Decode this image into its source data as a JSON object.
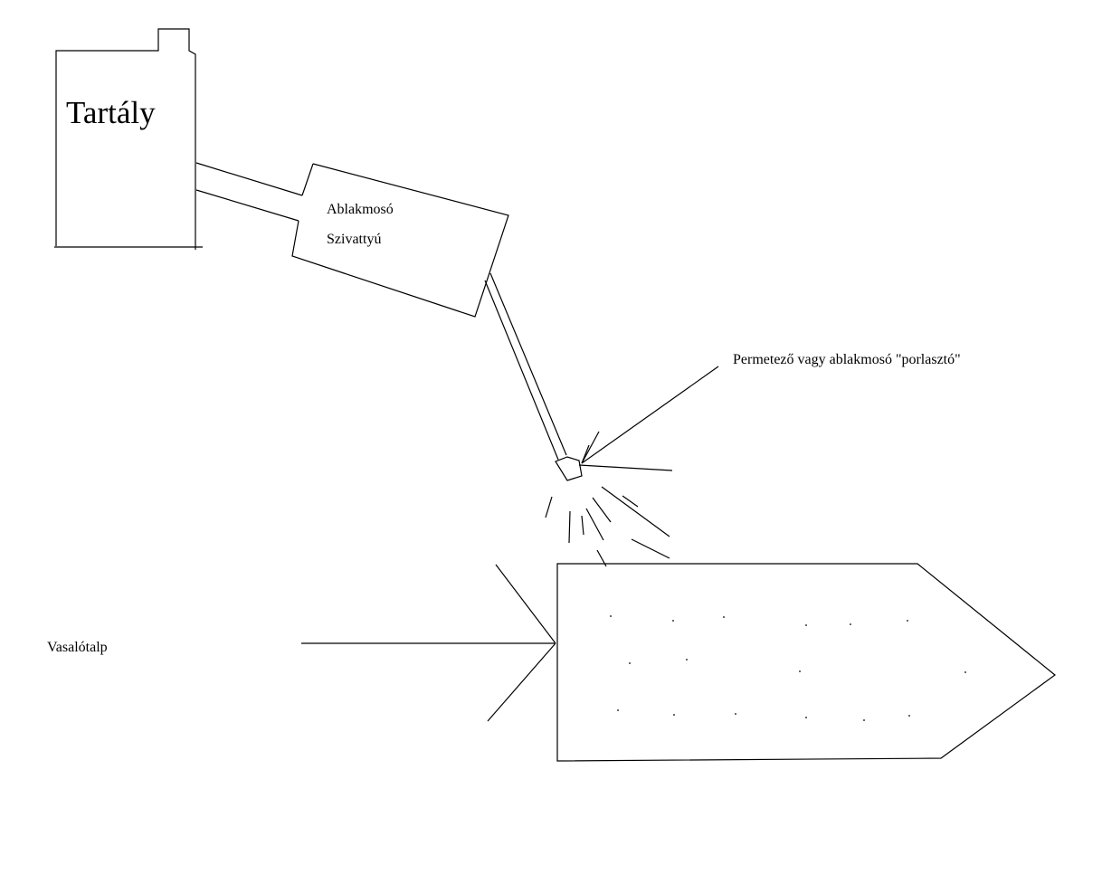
{
  "labels": {
    "tank": "Tartály",
    "pump_line1": "Ablakmosó",
    "pump_line2": "Szivattyú",
    "nozzle": "Permetező vagy ablakmosó \"porlasztó\"",
    "soleplate": "Vasalótalp"
  },
  "colors": {
    "ink": "#000000",
    "paper": "#ffffff"
  }
}
